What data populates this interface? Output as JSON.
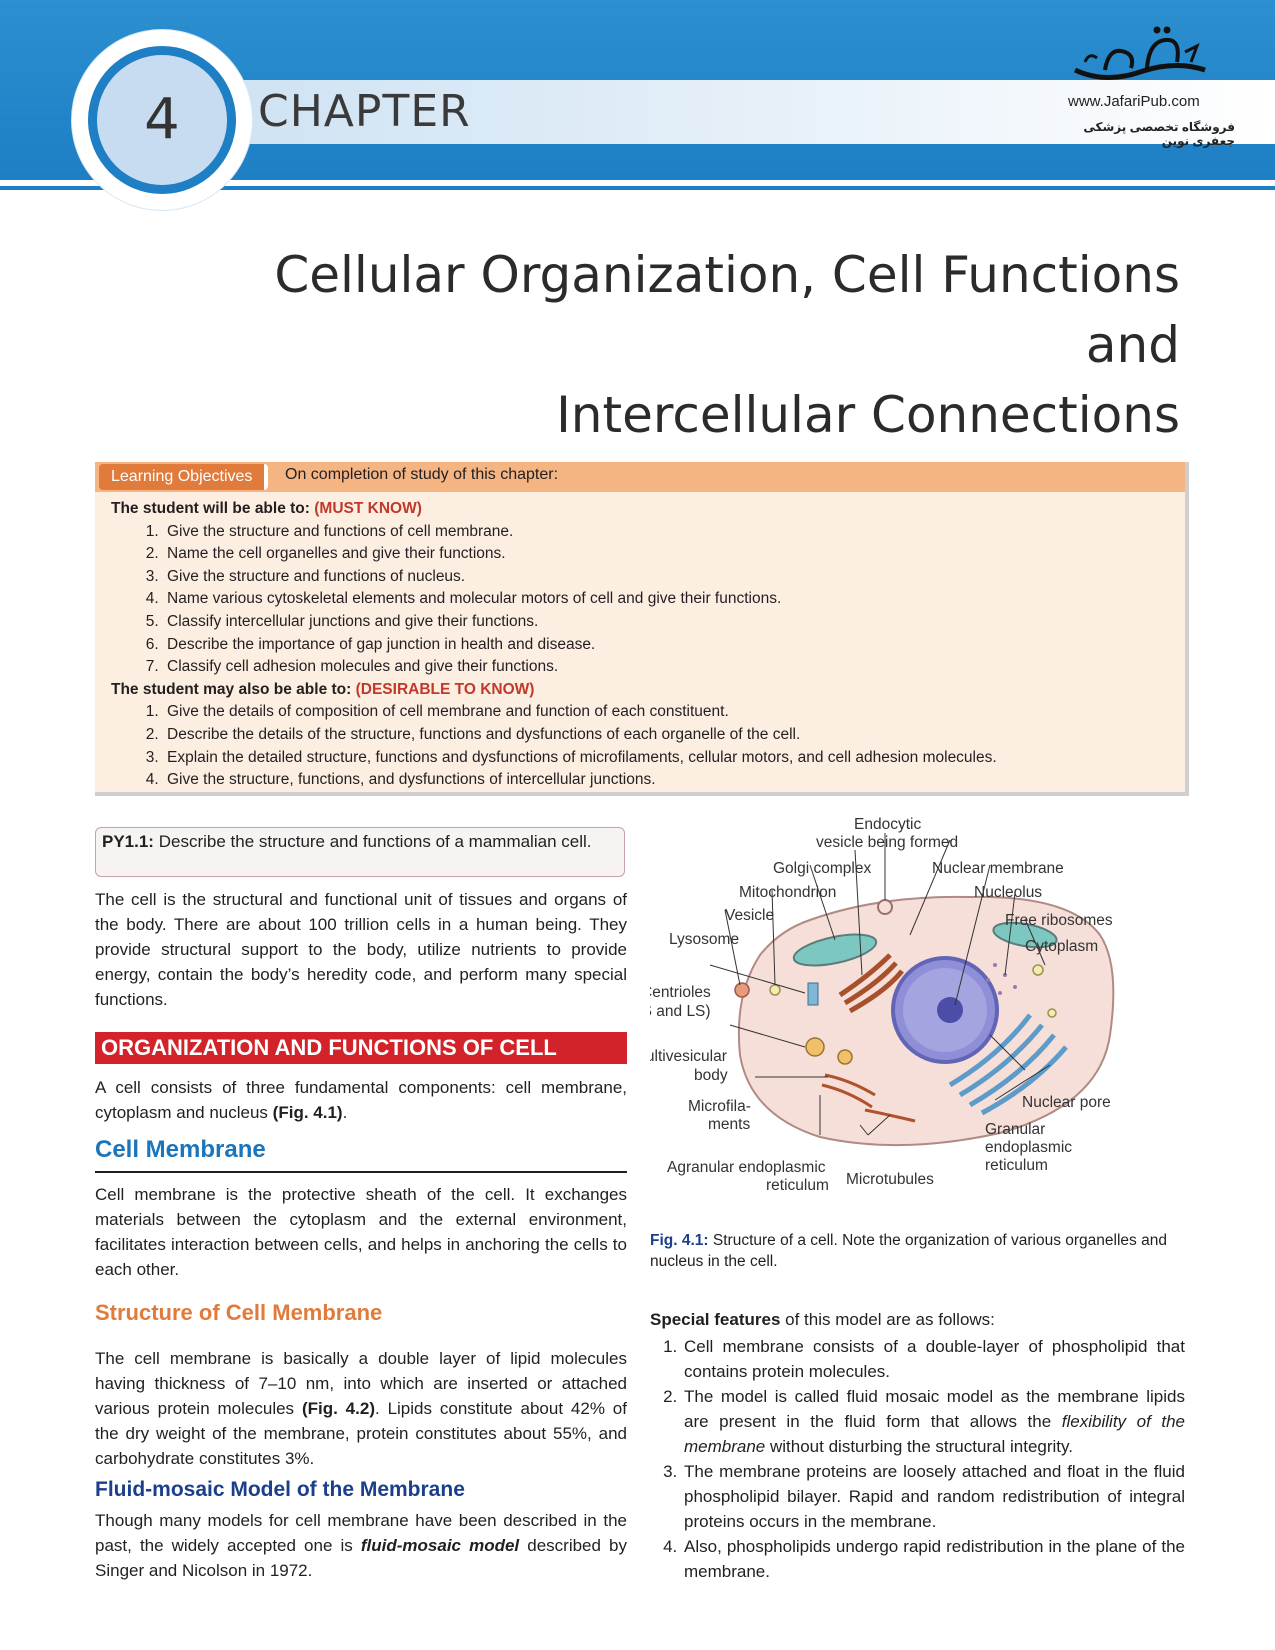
{
  "header": {
    "chapter_number": "4",
    "chapter_word": "CHAPTER",
    "publisher_url": "www.JafariPub.com",
    "publisher_tagline": "فروشگاه تخصصی پزشکی جعفری نوین"
  },
  "title": {
    "line1": "Cellular Organization, Cell Functions and",
    "line2": "Intercellular Connections"
  },
  "learning_objectives": {
    "tab_label": "Learning Objectives",
    "intro": "On completion of study of this chapter:",
    "must_head": "The student will be able to:",
    "must_tag": "(MUST KNOW)",
    "must_items": [
      "Give the structure and functions of cell membrane.",
      "Name the cell organelles and give their functions.",
      "Give the structure and functions of nucleus.",
      "Name various cytoskeletal elements and molecular motors of cell and give their functions.",
      "Classify intercellular junctions and give their functions.",
      "Describe the importance of gap junction in health and disease.",
      "Classify cell adhesion molecules and give their functions."
    ],
    "desirable_head": "The student may also be able to:",
    "desirable_tag": "(DESIRABLE TO KNOW)",
    "desirable_items": [
      "Give the details of composition of cell membrane and function of each constituent.",
      "Describe the details of the structure, functions and dysfunctions of each organelle of the cell.",
      "Explain the detailed structure, functions and dysfunctions of microfilaments, cellular motors, and cell adhesion molecules.",
      "Give the structure, functions, and dysfunctions of intercellular junctions."
    ]
  },
  "left": {
    "py_id": "PY1.1:",
    "py_text": "Describe the structure and functions of a mammalian cell.",
    "intro": "The cell is the structural and functional unit of tissues and organs of the body. There are about 100 trillion cells in a human being. They provide structural support to the body, utilize nutrients to provide energy, contain the body’s heredity code, and perform many special functions.",
    "section_title": "ORGANIZATION AND FUNCTIONS OF CELL",
    "org_text": "A cell consists of three fundamental components: cell membrane, cytoplasm and nucleus",
    "org_ref": "(Fig. 4.1)",
    "org_end": ".",
    "cell_membrane_heading": "Cell Membrane",
    "cell_membrane_text": "Cell membrane is the protective sheath of the cell. It exchanges materials between the cytoplasm and the external environment, facilitates interaction between cells, and helps in anchoring the cells to each other.",
    "structure_heading": "Structure of Cell Membrane",
    "structure_text_1": "The cell membrane is basically a double layer of lipid molecules having thickness of 7–10 nm, into which are inserted or attached various protein molecules",
    "structure_ref": "(Fig. 4.2)",
    "structure_text_2": ". Lipids constitute about 42% of the dry weight of the membrane, protein constitutes about 55%, and carbohydrate constitutes 3%.",
    "fluid_heading": "Fluid-mosaic Model of the Membrane",
    "fluid_text_1": "Though many models for cell membrane have been described in the past, the widely accepted one is",
    "fluid_em": "fluid-mosaic model",
    "fluid_text_2": "described by Singer and Nicolson in 1972."
  },
  "figure": {
    "labels": {
      "endocytic_1": "Endocytic",
      "endocytic_2": "vesicle being formed",
      "golgi": "Golgi complex",
      "nuclear_membrane": "Nuclear membrane",
      "mitochondrion": "Mitochondrion",
      "nucleolus": "Nucleolus",
      "vesicle": "Vesicle",
      "free_ribosomes": "Free ribosomes",
      "lysosome": "Lysosome",
      "cytoplasm": "Cytoplasm",
      "centrioles_1": "Centrioles",
      "centrioles_2": "(TS and LS)",
      "multivesicular_1": "Multivesicular",
      "multivesicular_2": "body",
      "nuclear_pore": "Nuclear pore",
      "microfila_1": "Microfila-",
      "microfila_2": "ments",
      "granular_1": "Granular",
      "granular_2": "endoplasmic",
      "granular_3": "reticulum",
      "agranular_1": "Agranular endoplasmic",
      "agranular_2": "reticulum",
      "microtubules": "Microtubules"
    },
    "caption_id": "Fig. 4.1:",
    "caption_text": "Structure of a cell. Note the organization of various organelles and nucleus in the cell."
  },
  "right": {
    "special_bold": "Special features",
    "special_rest": "of this model are as follows:",
    "item1": "Cell membrane consists of a double-layer of phospholipid that contains protein molecules.",
    "item2_a": "The model is called fluid mosaic model as the membrane lipids are present in the fluid form that allows the",
    "item2_em": "flexibility of the membrane",
    "item2_b": "without disturbing the structural integrity.",
    "item3": "The membrane proteins are loosely attached and float in the fluid phospholipid bilayer. Rapid and random redistribution of integral proteins occurs in the membrane.",
    "item4": "Also, phospholipids undergo rapid redistribution in the plane of the membrane."
  },
  "colors": {
    "header_blue": "#1e7fc4",
    "section_red": "#d2232a",
    "heading_blue": "#1b75bc",
    "heading_orange": "#e07b3b",
    "heading_navy": "#1b3f8b",
    "lo_background": "#fdeee2"
  }
}
